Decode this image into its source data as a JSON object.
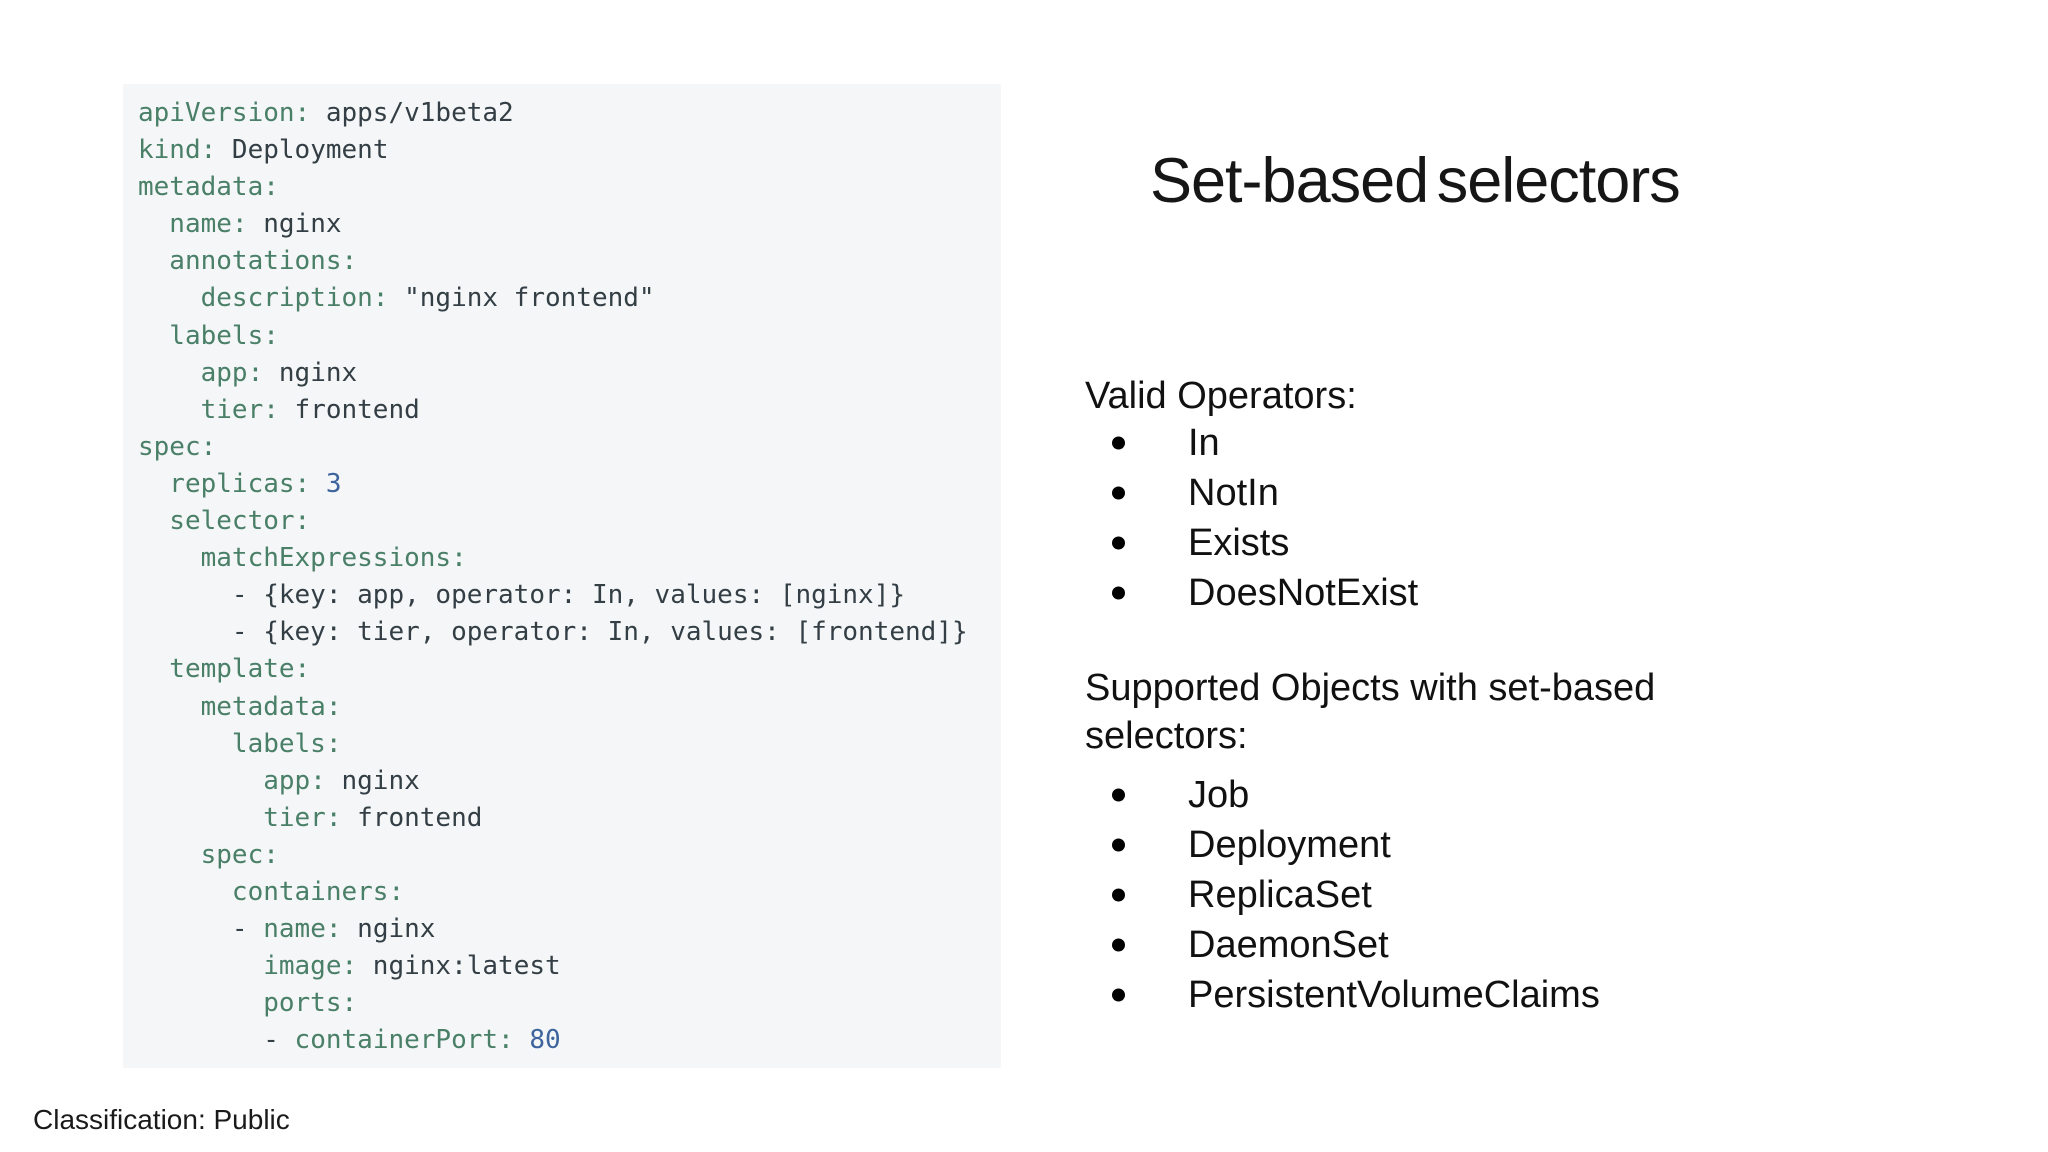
{
  "slide": {
    "title": "Set-based selectors",
    "footer": "Classification: Public"
  },
  "code_panel": {
    "language": "yaml",
    "lines": [
      [
        [
          "k",
          "apiVersion:"
        ],
        [
          "v",
          " apps/v1beta2"
        ]
      ],
      [
        [
          "k",
          "kind:"
        ],
        [
          "v",
          " Deployment"
        ]
      ],
      [
        [
          "k",
          "metadata:"
        ]
      ],
      [
        [
          "k",
          "  name:"
        ],
        [
          "v",
          " nginx"
        ]
      ],
      [
        [
          "k",
          "  annotations:"
        ]
      ],
      [
        [
          "k",
          "    description:"
        ],
        [
          "v",
          " \"nginx frontend\""
        ]
      ],
      [
        [
          "k",
          "  labels:"
        ]
      ],
      [
        [
          "k",
          "    app:"
        ],
        [
          "v",
          " nginx"
        ]
      ],
      [
        [
          "k",
          "    tier:"
        ],
        [
          "v",
          " frontend"
        ]
      ],
      [
        [
          "k",
          "spec:"
        ]
      ],
      [
        [
          "k",
          "  replicas:"
        ],
        [
          "n",
          " 3"
        ]
      ],
      [
        [
          "k",
          "  selector:"
        ]
      ],
      [
        [
          "k",
          "    matchExpressions:"
        ]
      ],
      [
        [
          "v",
          "      - {key: app, operator: In, values: [nginx]}"
        ]
      ],
      [
        [
          "v",
          "      - {key: tier, operator: In, values: [frontend]}"
        ]
      ],
      [
        [
          "k",
          "  template:"
        ]
      ],
      [
        [
          "k",
          "    metadata:"
        ]
      ],
      [
        [
          "k",
          "      labels:"
        ]
      ],
      [
        [
          "k",
          "        app:"
        ],
        [
          "v",
          " nginx"
        ]
      ],
      [
        [
          "k",
          "        tier:"
        ],
        [
          "v",
          " frontend"
        ]
      ],
      [
        [
          "k",
          "    spec:"
        ]
      ],
      [
        [
          "k",
          "      containers:"
        ]
      ],
      [
        [
          "v",
          "      - "
        ],
        [
          "k",
          "name:"
        ],
        [
          "v",
          " nginx"
        ]
      ],
      [
        [
          "k",
          "        image:"
        ],
        [
          "v",
          " nginx:latest"
        ]
      ],
      [
        [
          "k",
          "        ports:"
        ]
      ],
      [
        [
          "v",
          "        - "
        ],
        [
          "k",
          "containerPort:"
        ],
        [
          "n",
          " 80"
        ]
      ]
    ]
  },
  "operators_section": {
    "heading": "Valid Operators:",
    "items": [
      "In",
      "NotIn",
      "Exists",
      "DoesNotExist"
    ]
  },
  "objects_section": {
    "heading": "Supported Objects with set-based selectors:",
    "heading_lines": [
      "Supported Objects with set-based",
      "selectors:"
    ],
    "items": [
      "Job",
      "Deployment",
      "ReplicaSet",
      "DaemonSet",
      "PersistentVolumeClaims"
    ]
  },
  "colors": {
    "code_background": "#f4f6f7",
    "yaml_key": "#4a7f68",
    "yaml_value": "#333e45",
    "yaml_number": "#3e649e",
    "body_text": "#111111"
  }
}
